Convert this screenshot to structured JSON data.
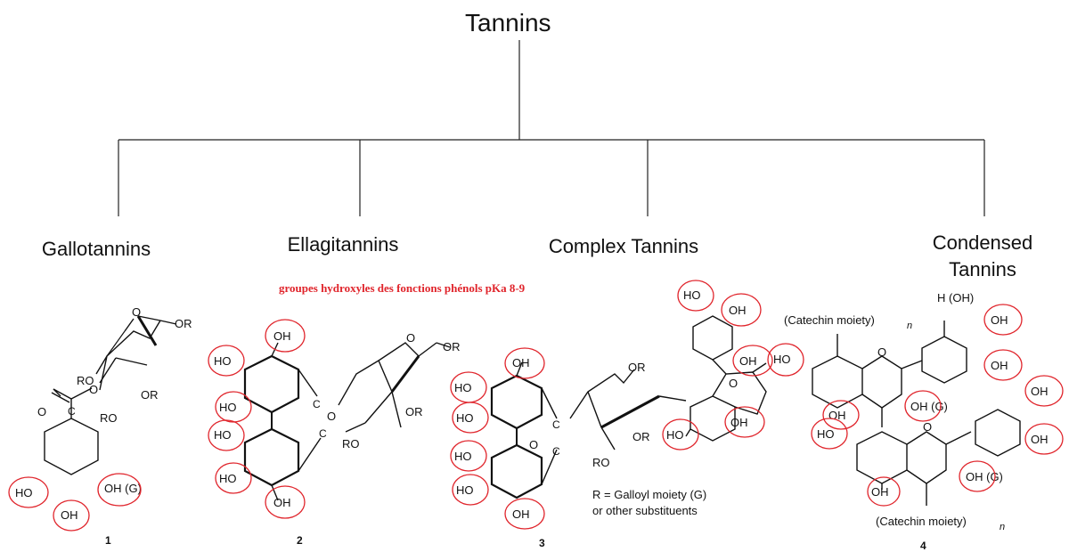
{
  "title": "Tannins",
  "categories": [
    "Gallotannins",
    "Ellagitannins",
    "Complex Tannins",
    "Condensed",
    "Tannins"
  ],
  "note": "groupes hydroxyles des fonctions phénols pKa 8-9",
  "compound_numbers": [
    "1",
    "2",
    "3",
    "4"
  ],
  "r_definition": [
    "R = Galloyl moiety (G)",
    "or other substituents"
  ],
  "chem": {
    "OH": "OH",
    "HO": "HO",
    "OR": "OR",
    "RO": "RO",
    "O": "O",
    "C": "C",
    "OH_G": "OH (G)",
    "H_OH": "H (OH)",
    "catechin": "(Catechin moiety)",
    "n": "n"
  },
  "colors": {
    "highlight": "#e0242b",
    "ink": "#111111"
  }
}
